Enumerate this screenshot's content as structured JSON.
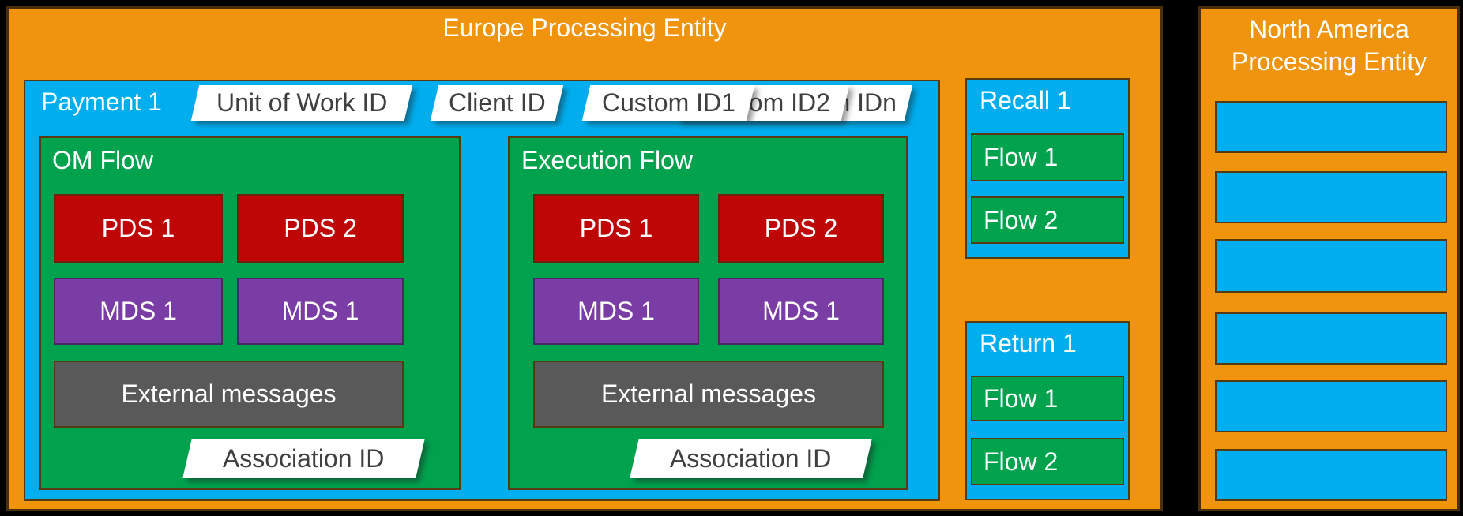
{
  "palette": {
    "background": "#000000",
    "entity_orange": "#F0940D",
    "payment_blue": "#00AEEF",
    "flow_green": "#00A24E",
    "pds_red": "#BE0606",
    "mds_purple": "#7A3CA5",
    "external_gray": "#595959",
    "tag_white": "#FFFFFF",
    "tag_text_gray": "#3F3F3F",
    "box_border_brown": "#573A10",
    "label_white": "#FFFFFF"
  },
  "europe": {
    "title": "Europe Processing Entity",
    "payment": {
      "label": "Payment 1",
      "tags": {
        "unit_of_work": "Unit of Work ID",
        "client": "Client ID",
        "custom1": "Custom ID1",
        "custom2": "Custom ID2",
        "customn": "Custom IDn"
      },
      "flows": [
        {
          "title": "OM Flow",
          "pds1": "PDS 1",
          "pds2": "PDS 2",
          "mds1": "MDS 1",
          "mds2": "MDS 1",
          "external": "External messages",
          "association": "Association ID"
        },
        {
          "title": "Execution Flow",
          "pds1": "PDS 1",
          "pds2": "PDS 2",
          "mds1": "MDS 1",
          "mds2": "MDS 1",
          "external": "External messages",
          "association": "Association ID"
        }
      ]
    },
    "recall": {
      "title": "Recall 1",
      "flow1": "Flow 1",
      "flow2": "Flow 2"
    },
    "return": {
      "title": "Return 1",
      "flow1": "Flow 1",
      "flow2": "Flow 2"
    }
  },
  "north_america": {
    "title_line1": "North America",
    "title_line2": "Processing Entity",
    "slot_count": 6
  }
}
